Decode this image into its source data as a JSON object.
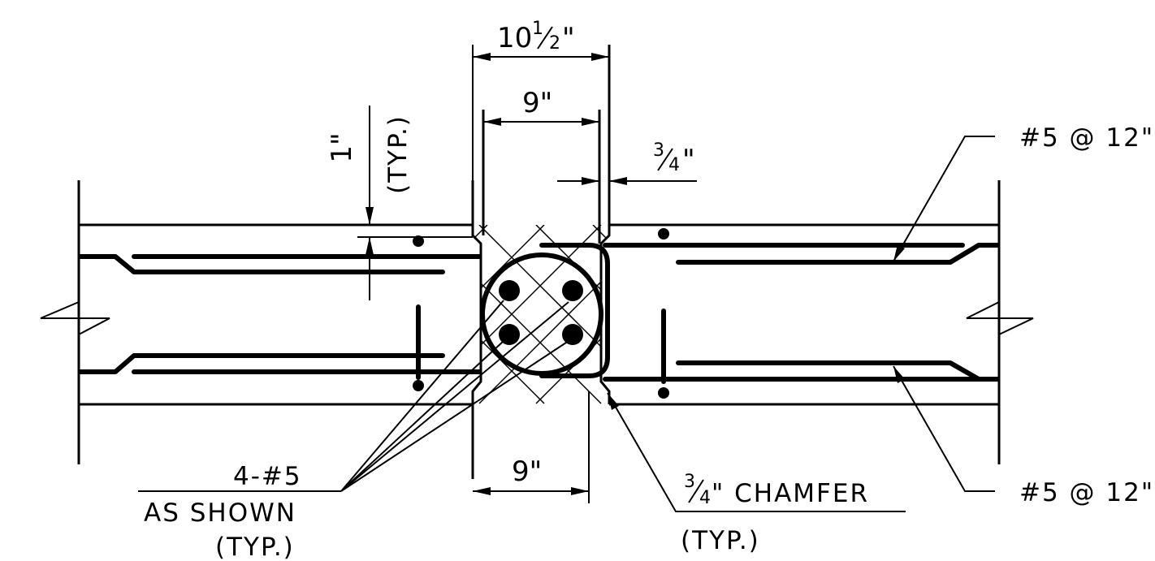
{
  "dimensions": {
    "overall_width": {
      "whole": "10",
      "num": "1",
      "den": "2",
      "unit": "\""
    },
    "top_inner_width": "9\"",
    "bottom_inner_width": "9\"",
    "chamfer_offset": {
      "num": "3",
      "den": "4",
      "unit": "\""
    },
    "cover": "1\"",
    "cover_note": "(TYP.)"
  },
  "callouts": {
    "top_right_bars": "#5 @ 12\"",
    "bottom_right_bars": "#5 @ 12\"",
    "vertical_bars_line1": "4-#5",
    "vertical_bars_line2": "AS SHOWN",
    "vertical_bars_line3": "(TYP.)",
    "chamfer_line1": {
      "num": "3",
      "den": "4",
      "text": "\" CHAMFER"
    },
    "chamfer_line2": "(TYP.)"
  }
}
